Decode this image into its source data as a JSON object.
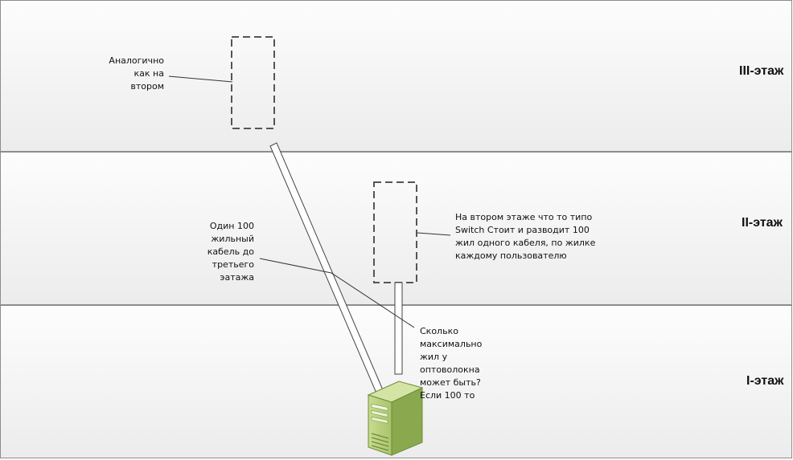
{
  "floors": {
    "third": "III-этаж",
    "second": "II-этаж",
    "first": "I-этаж"
  },
  "notes": {
    "third_floor": "Аналогично\nкак на\nвтором",
    "cable": "Один 100\nжильный\nкабель до\nтретьего\nэатажа",
    "switch": "На втором этаже что то типо\nSwitch Стоит и разводит 100\nжил одного кабеля, по жилке\nкаждому пользователю",
    "fiber_question": "Сколько\nмаксимально\nжил у\nоптоволокна\nможет быть?\nЕсли 100 то"
  },
  "icons": {
    "server": "server-icon",
    "switch_placeholder": "dashed-rectangle-shape"
  },
  "colors": {
    "band_light": "#fbfbfb",
    "band_dark": "#eeeeee",
    "divider": "#8c8c8c",
    "server_face": "#b2cc78",
    "server_side": "#8aa84e",
    "server_top": "#d2e4a3"
  }
}
